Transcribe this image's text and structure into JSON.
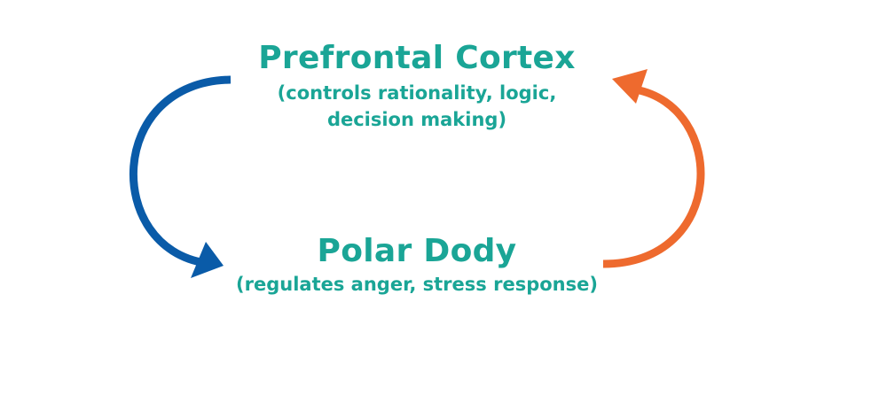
{
  "diagram": {
    "top_node": {
      "title": "Prefrontal Cortex",
      "description": "(controls rationality, logic, decision making)"
    },
    "bottom_node": {
      "title": "Polar Dody",
      "description": "(regulates anger, stress response)"
    },
    "arrows": {
      "left": {
        "direction": "top-to-bottom",
        "color": "#0a5ba8"
      },
      "right": {
        "direction": "bottom-to-top",
        "color": "#ee6a2e"
      }
    },
    "text_color": "#1aa596"
  }
}
